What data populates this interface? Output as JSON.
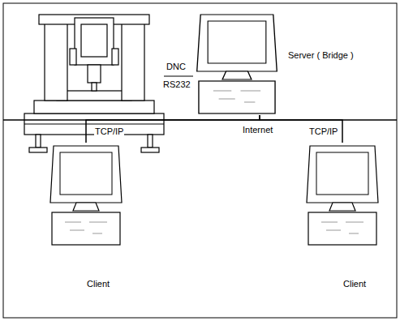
{
  "diagram": {
    "nodes": [
      {
        "text": [
          "Server ( Bridge )"
        ]
      },
      {
        "text": [
          "Client"
        ]
      },
      {
        "text": [
          "Client"
        ]
      }
    ],
    "edges": [
      {
        "from": 0,
        "to": 1,
        "arrow": "none",
        "label": "TCP/IP"
      },
      {
        "from": 0,
        "to": 2,
        "arrow": "none",
        "label": "TCP/IP"
      }
    ],
    "labels": [
      "DNC",
      "RS232",
      "Internet"
    ]
  }
}
